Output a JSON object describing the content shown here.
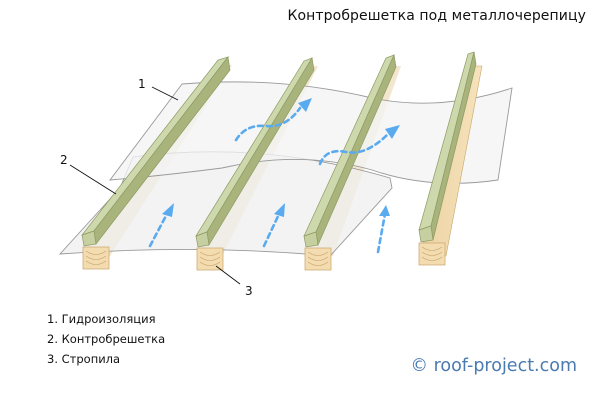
{
  "title": "Контробрешетка под металлочерепицу",
  "callouts": {
    "c1": "1",
    "c2": "2",
    "c3": "3"
  },
  "legend": [
    "1. Гидроизоляция",
    "2. Контробрешетка",
    "3. Стропила"
  ],
  "copyright": "© roof-project.com",
  "colors": {
    "membrane": "#f2f2f2",
    "batten_top": "#cdd8ad",
    "batten_side": "#a7b27b",
    "rafter": "#f0d8aa",
    "arrow": "#5aaaf0"
  }
}
